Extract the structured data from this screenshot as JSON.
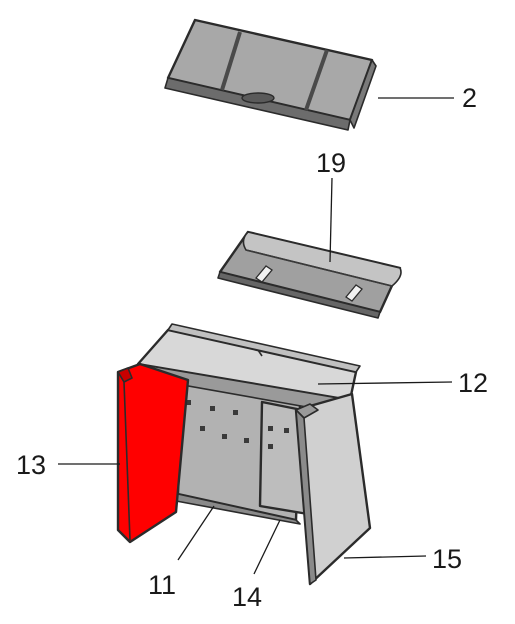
{
  "diagram": {
    "highlight_color": "#ff0000",
    "part_color": "#b7b7b7",
    "labels": {
      "baffle_top": "2",
      "deflector": "19",
      "firebrick_top": "12",
      "side_left": "13",
      "back_lower": "11",
      "back_right": "14",
      "side_right": "15"
    }
  }
}
